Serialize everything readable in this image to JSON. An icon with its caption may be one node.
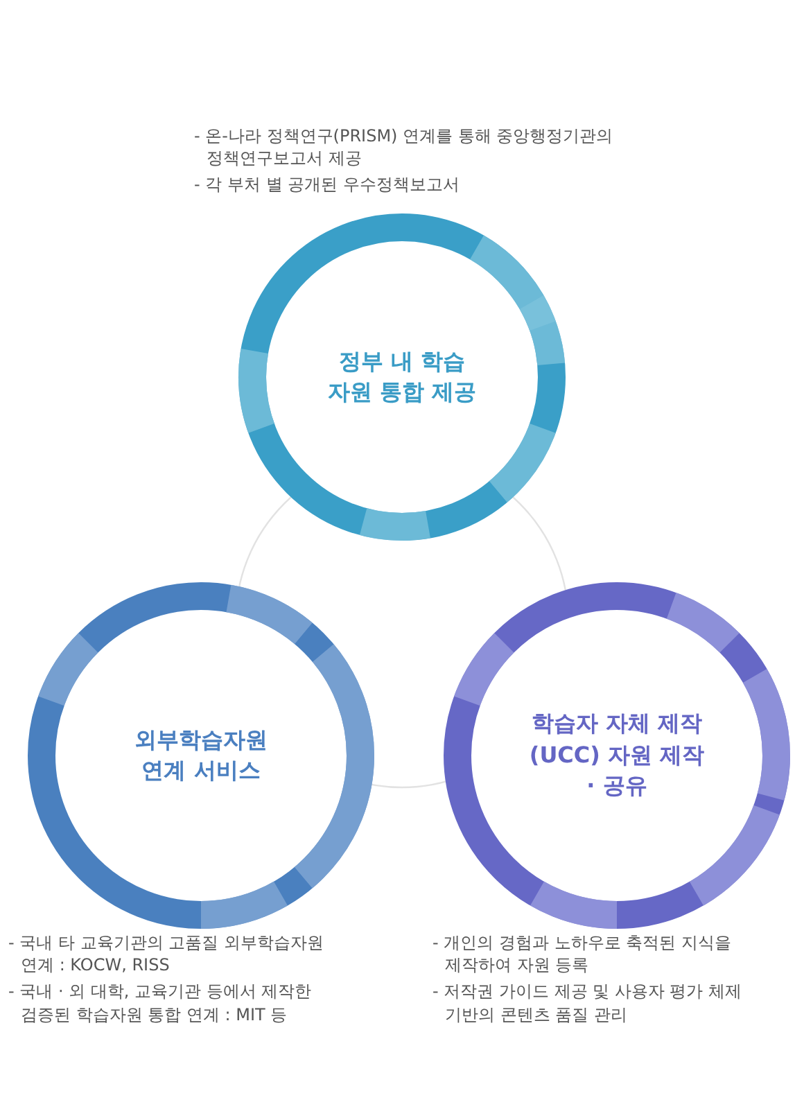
{
  "diagram": {
    "nodes": [
      {
        "text": [
          "정부 내 학습 자원 통합 제공"
        ],
        "beside": [
          "- 온-나라 정책연구(PRISM) 연계를 통해 중앙행정기관의 정책연구보고서 제공",
          "- 각 부처 별 공개된 우수정책보고서"
        ]
      },
      {
        "text": [
          "외부학습자원 연계 서비스"
        ],
        "beside": [
          "- 국내 타 교육기관의 고품질 외부학습자원 연계 : KOCW, RISS",
          "- 국내 · 외 대학, 교육기관 등에서 제작한 검증된 학습자원 통합 연계 : MIT 등"
        ]
      },
      {
        "text": [
          "학습자 자체 제작 (UCC) 자원 제작 · 공유"
        ],
        "beside": [
          "- 개인의 경험과 노하우로 축적된 지식을 제작하여 자원 등록",
          "- 저작권 가이드 제공 및 사용자 평가 체제 기반의 콘텐츠 품질 관리"
        ]
      }
    ]
  }
}
